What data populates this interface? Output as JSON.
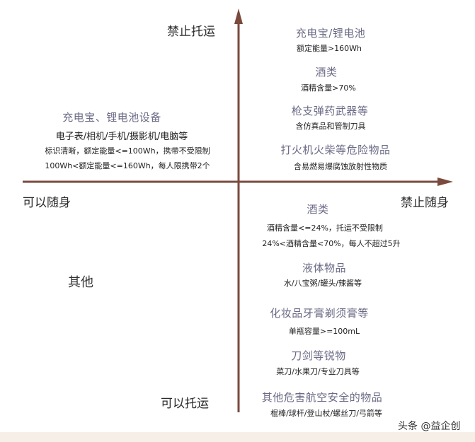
{
  "axes": {
    "top_label": "禁止托运",
    "bottom_label": "可以托运",
    "left_label": "可以随身",
    "right_label": "禁止随身",
    "color": "#7a4a3e"
  },
  "quadrants": {
    "top_right": [
      {
        "title": "充电宝/锂电池",
        "lines": [
          "额定能量>160Wh"
        ]
      },
      {
        "title": "酒类",
        "lines": [
          "酒精含量>70%"
        ]
      },
      {
        "title": "枪支弹药武器等",
        "lines": [
          "含仿真品和管制刀具"
        ]
      },
      {
        "title": "打火机火柴等危险物品",
        "lines": [
          "含易燃易爆腐蚀放射性物质"
        ]
      }
    ],
    "top_left": [
      {
        "title": "充电宝、锂电池设备",
        "lines": [
          "电子表/相机/手机/摄影机/电脑等",
          "标识清晰，额定能量<=100Wh，携带不受限制",
          "100Wh<额定能量<=160Wh，每人限携带2个"
        ]
      }
    ],
    "bottom_right": [
      {
        "title": "酒类",
        "lines": [
          "酒精含量<=24%，托运不受限制",
          "24%<酒精含量<70%，每人不超过5升"
        ]
      },
      {
        "title": "液体物品",
        "lines": [
          "水/八宝粥/罐头/辣酱等"
        ]
      },
      {
        "title": "化妆品牙膏剃须膏等",
        "lines": [
          "单瓶容量>=100mL"
        ]
      },
      {
        "title": "刀剑等锐物",
        "lines": [
          "菜刀/水果刀/专业刀具等"
        ]
      },
      {
        "title": "其他危害航空安全的物品",
        "lines": [
          "棍棒/球杆/登山杖/螺丝刀/弓箭等"
        ]
      }
    ],
    "bottom_left": [
      {
        "title": "其他",
        "lines": []
      }
    ]
  },
  "watermark": "头条 @益企创"
}
